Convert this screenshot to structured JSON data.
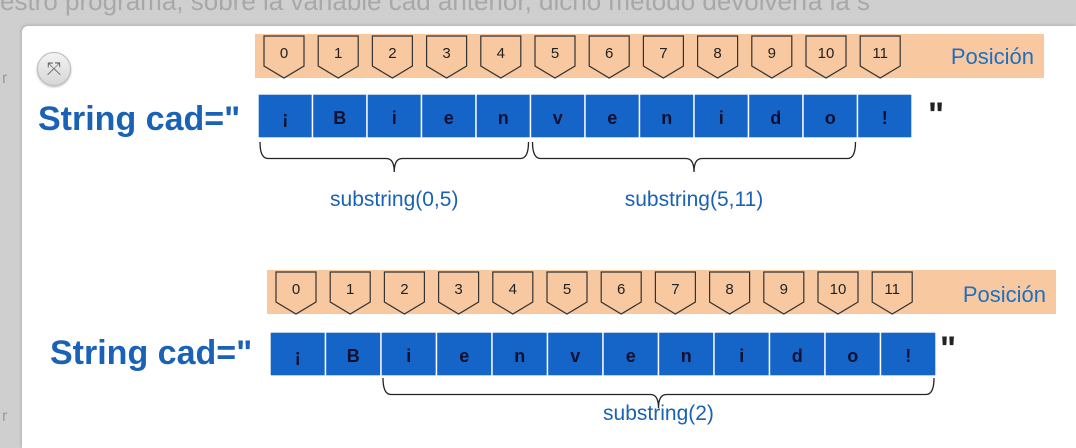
{
  "background_text": "estro programa, sobre la variable cad anterior, dicho método devolvería la s",
  "background_side_char": "r",
  "expand_button": {
    "icon": "expand-arrows-icon",
    "glyph": "⤧"
  },
  "colors": {
    "cell_blue": "#1565c9",
    "index_peach": "#f8c9a0",
    "label_blue": "#1a62b5"
  },
  "position_label": "Posición",
  "string_prefix": "String cad=\"",
  "string_suffix": "\"",
  "indices": [
    "0",
    "1",
    "2",
    "3",
    "4",
    "5",
    "6",
    "7",
    "8",
    "9",
    "10",
    "11"
  ],
  "characters": [
    "¡",
    "B",
    "i",
    "e",
    "n",
    "v",
    "e",
    "n",
    "i",
    "d",
    "o",
    "!"
  ],
  "diagrams": [
    {
      "braces": [
        {
          "start": 0,
          "end": 5,
          "label": "substring(0,5)"
        },
        {
          "start": 5,
          "end": 11,
          "label": "substring(5,11)"
        }
      ]
    },
    {
      "braces": [
        {
          "start": 2,
          "end": 12,
          "label": "substring(2)"
        }
      ]
    }
  ]
}
